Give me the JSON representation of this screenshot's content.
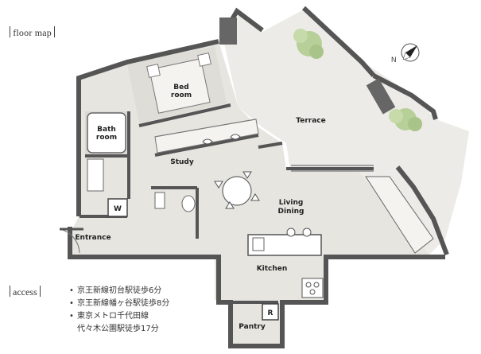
{
  "header": {
    "title": "floor map"
  },
  "compass": {
    "label": "N"
  },
  "rooms": {
    "bedroom": [
      "Bed",
      "room"
    ],
    "bathroom": [
      "Bath",
      "room"
    ],
    "study": "Study",
    "terrace": "Terrace",
    "living": [
      "Living",
      "Dining"
    ],
    "kitchen": "Kitchen",
    "entrance": "Entrance",
    "washer": "W",
    "refrigerator": "R",
    "pantry": "Pantry"
  },
  "access": {
    "label": "access",
    "items": [
      "京王新線初台駅徒歩6分",
      "京王新線幡ヶ谷駅徒歩8分",
      "東京メトロ千代田線",
      "代々木公園駅徒歩17分"
    ]
  },
  "colors": {
    "wall": "#555555",
    "floor_light": "#e9e8e4",
    "floor_mid": "#dcdbd6",
    "tree": "#b7cf98",
    "accent": "#3a3a3a"
  }
}
